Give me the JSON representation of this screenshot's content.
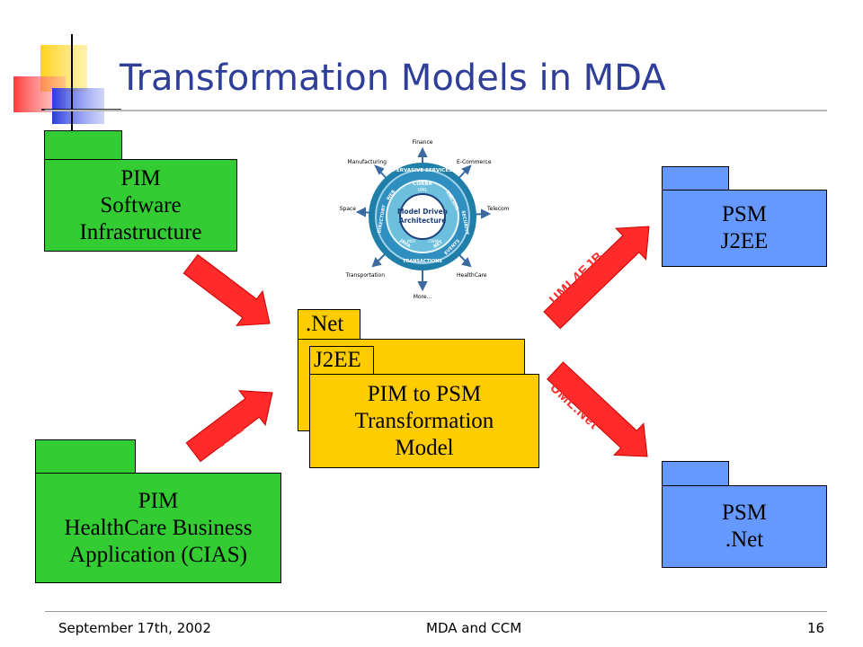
{
  "title": "Transformation Models in MDA",
  "footer": {
    "date": "September 17th, 2002",
    "center": "MDA and CCM",
    "page": "16"
  },
  "pim_infra": {
    "lines": [
      "PIM",
      "Software",
      "Infrastructure"
    ]
  },
  "pim_health": {
    "lines": [
      "PIM",
      "HealthCare Business",
      "Application (CIAS)"
    ]
  },
  "psm_j2ee": {
    "lines": [
      "PSM",
      "J2EE"
    ]
  },
  "psm_net": {
    "lines": [
      "PSM",
      ".Net"
    ]
  },
  "transform": {
    "net_tab": ".Net",
    "j2ee_tab": "J2EE",
    "lines": [
      "PIM to PSM",
      "Transformation",
      "Model"
    ]
  },
  "arrows": {
    "uml_top": "UML",
    "uml_bottom": "UML",
    "uml4ejb": "UML4EJB",
    "uml_net": "UML.Net"
  },
  "mda_logo": {
    "center_title": [
      "Model Driven",
      "Architecture"
    ],
    "ring_words": [
      "PERVASIVE SERVICES",
      "CORBA",
      "UML",
      "XMI/XML",
      "SECURITY",
      "EVENTS",
      "TRANSACTIONS",
      "DIRECTORY",
      "JAVA",
      "NET",
      "MOF",
      "CWM",
      "WEB"
    ],
    "sectors": [
      "Finance",
      "E-Commerce",
      "Telecom",
      "HealthCare",
      "More...",
      "Transportation",
      "Space",
      "Manufacturing"
    ]
  },
  "colors": {
    "title": "#2e3e99",
    "pim": "#33cc33",
    "psm": "#6699ff",
    "transform": "#ffcc00",
    "arrow": "#ff2a2a"
  }
}
